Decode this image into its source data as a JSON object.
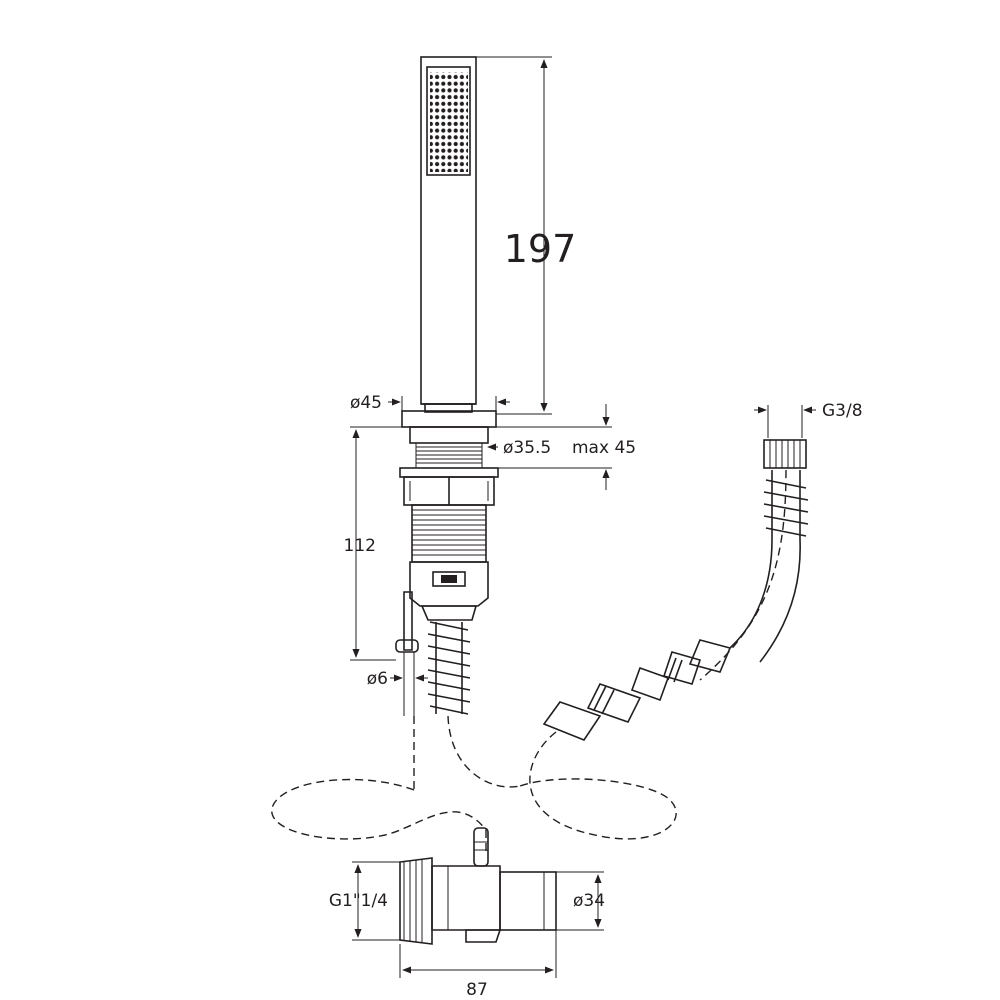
{
  "dimensions": {
    "handset_length": "197",
    "flange_diameter": "ø45",
    "thread_diameter": "ø35.5",
    "max_thickness": "max 45",
    "body_length": "112",
    "small_diameter": "ø6",
    "hose_thread": "G3/8",
    "outlet_thread": "G1\"1/4",
    "outlet_diameter": "ø34",
    "outlet_length": "87"
  }
}
